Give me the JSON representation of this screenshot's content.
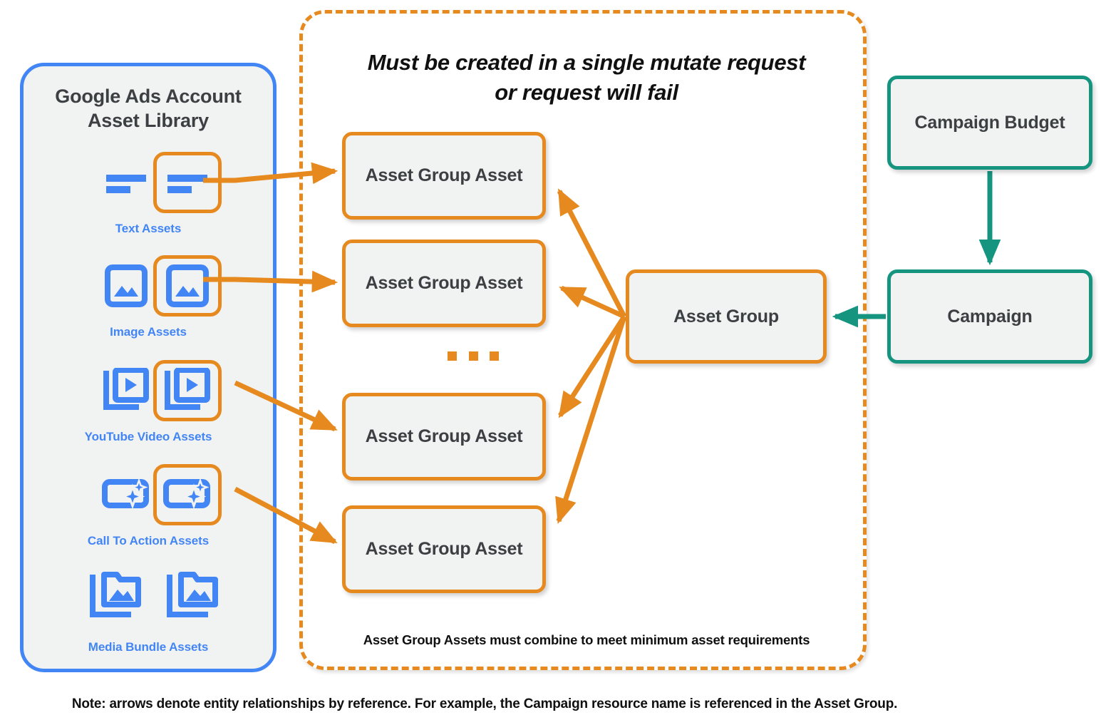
{
  "library": {
    "title": "Google Ads Account\nAsset Library",
    "title_line1": "Google Ads Account",
    "title_line2": "Asset Library",
    "border_color": "#4285F4",
    "label_color": "#4285F4",
    "items": [
      {
        "label": "Text Assets",
        "icon": "text-asset-icon",
        "highlighted": true
      },
      {
        "label": "Image Assets",
        "icon": "image-asset-icon",
        "highlighted": true
      },
      {
        "label": "YouTube Video  Assets",
        "icon": "video-asset-icon",
        "highlighted": true
      },
      {
        "label": "Call To Action Assets",
        "icon": "call-to-action-asset-icon",
        "highlighted": true
      },
      {
        "label": "Media Bundle  Assets",
        "icon": "media-bundle-asset-icon",
        "highlighted": false
      }
    ]
  },
  "mutate_container": {
    "title_line1": "Must be created in a single mutate request",
    "title_line2": "or request will fail",
    "footnote": "Asset Group Assets must combine to meet minimum asset requirements",
    "border_color": "#E68A1F",
    "border_style": "dashed"
  },
  "nodes": {
    "asset_group_assets": [
      {
        "label": "Asset Group Asset"
      },
      {
        "label": "Asset Group Asset"
      },
      {
        "label": "Asset Group Asset"
      },
      {
        "label": "Asset Group Asset"
      }
    ],
    "asset_group": {
      "label": "Asset Group",
      "color": "#E68A1F"
    },
    "campaign_budget": {
      "label": "Campaign Budget",
      "color": "#159480"
    },
    "campaign": {
      "label": "Campaign",
      "color": "#159480"
    }
  },
  "ellipsis": "…",
  "footer": {
    "note": "Note: arrows denote entity relationships by reference. For example, the Campaign resource name is referenced in the Asset Group."
  },
  "colors": {
    "orange": "#E68A1F",
    "teal": "#159480",
    "blue": "#4285F4",
    "node_fill": "#F1F2F2",
    "text": "#3C4043"
  }
}
